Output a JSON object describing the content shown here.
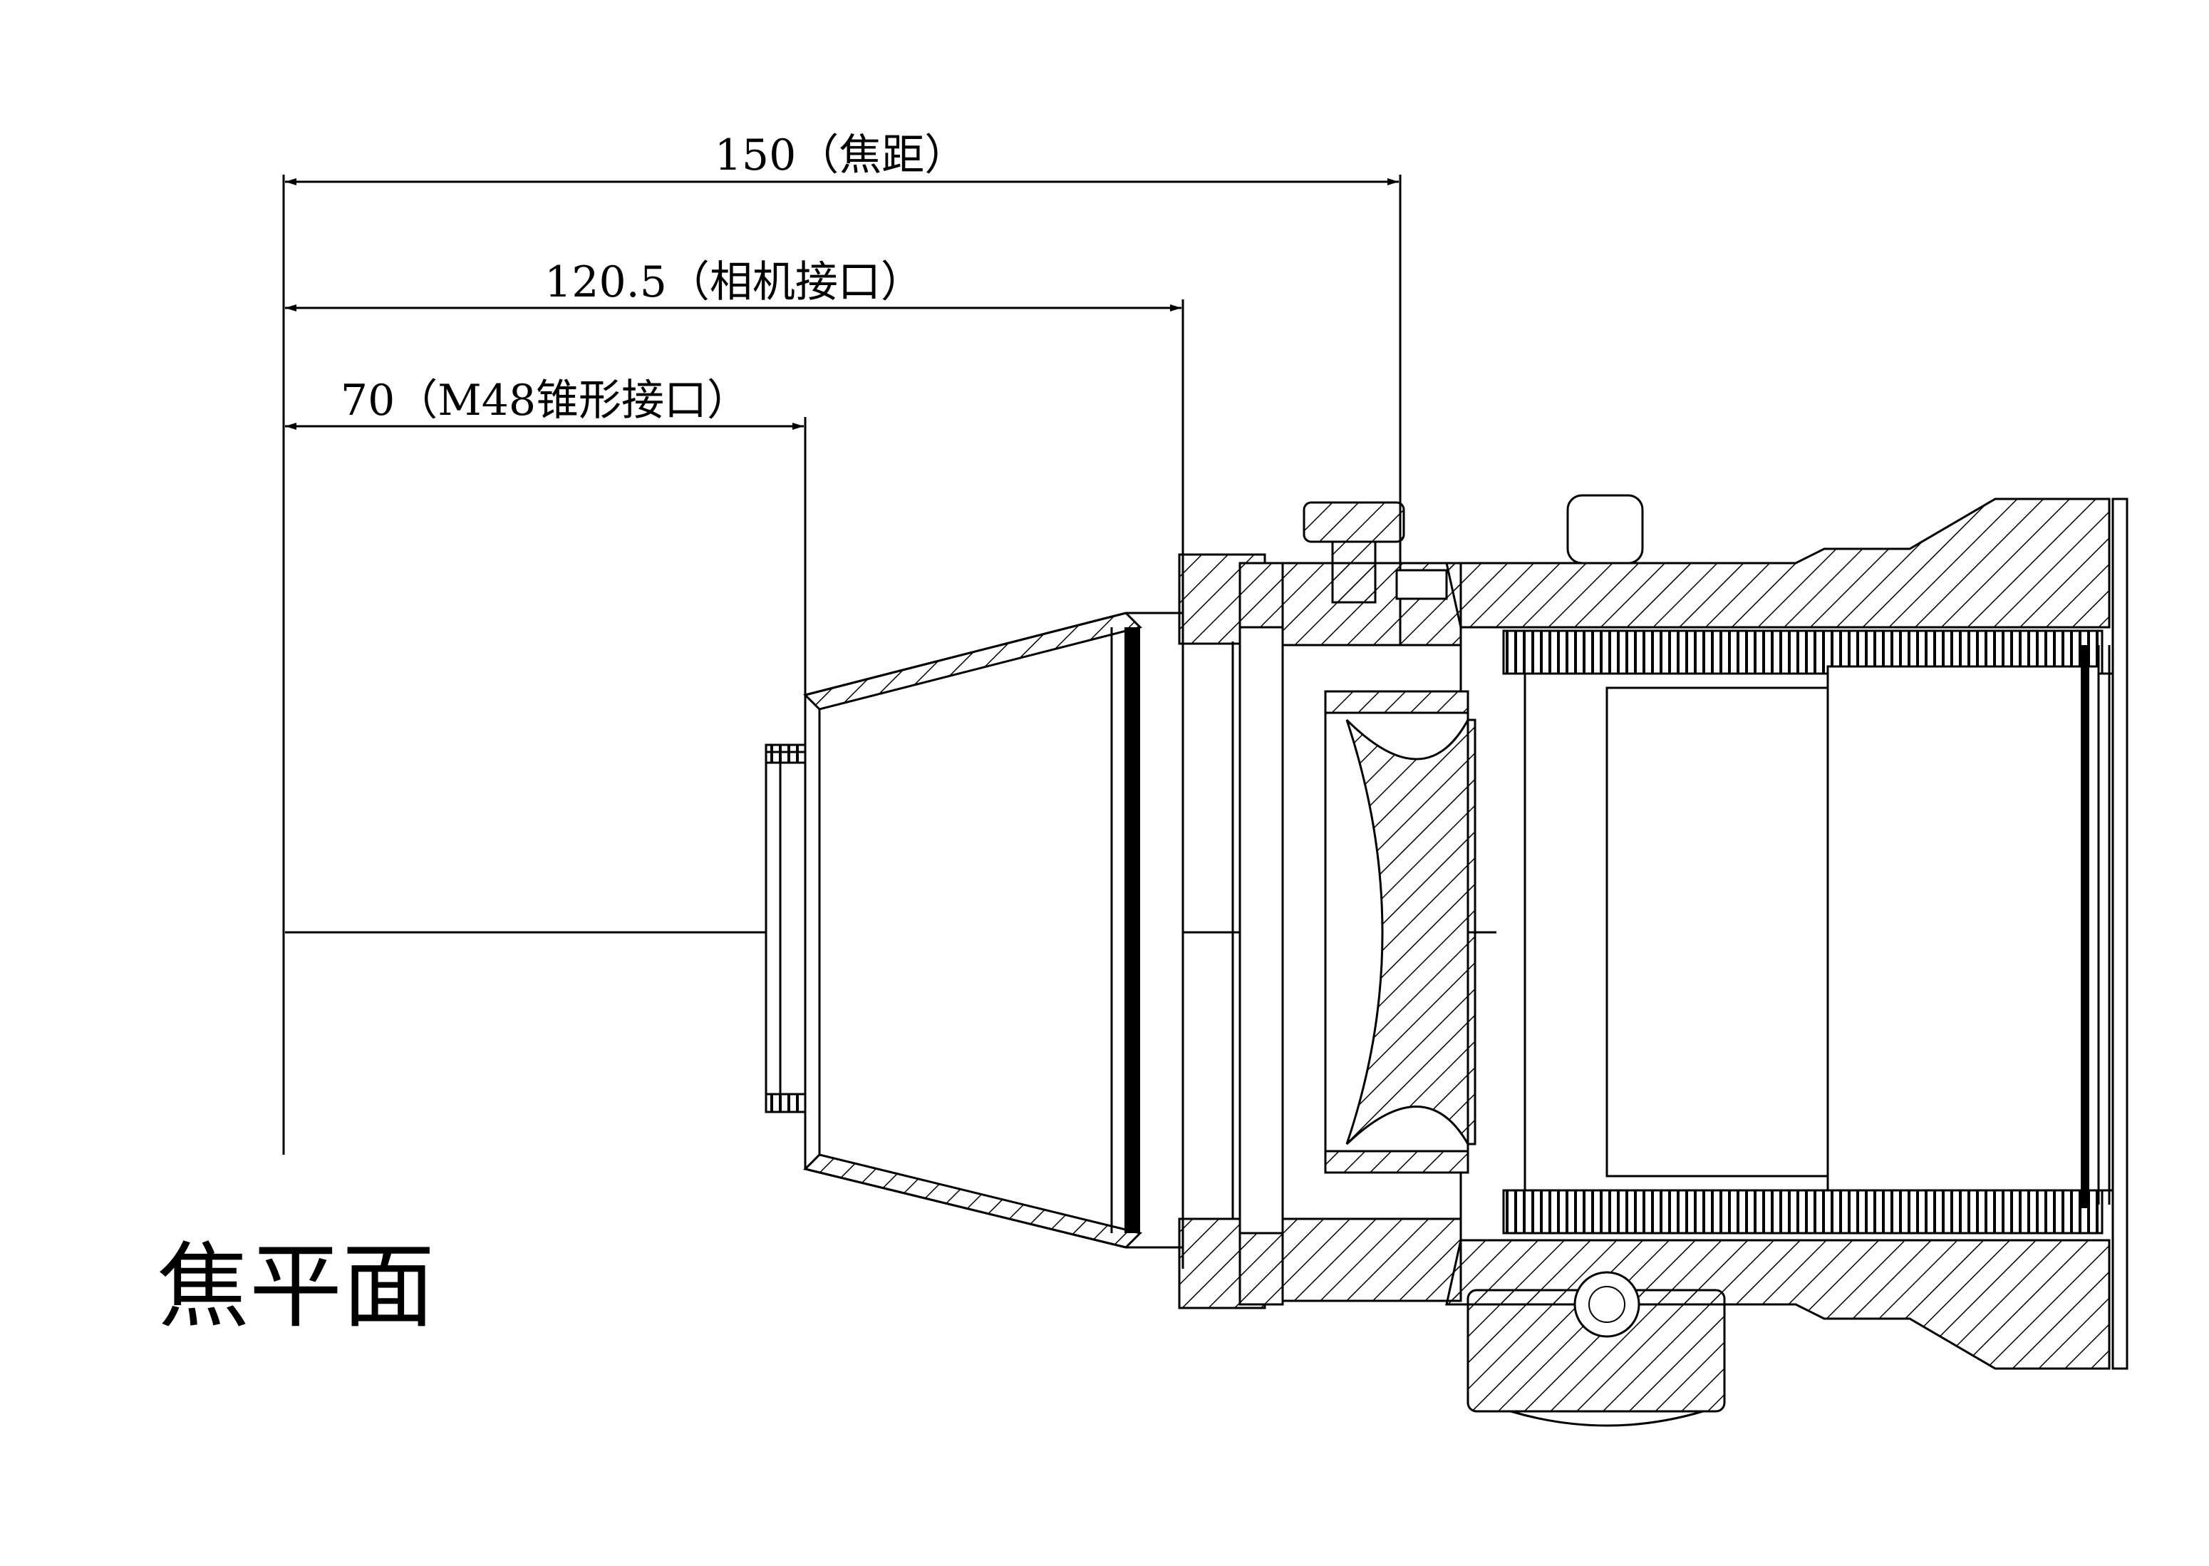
{
  "dimensions": {
    "focal_length": "150（焦距）",
    "camera_interface": "120.5（相机接口）",
    "m48_interface": "70（M48锥形接口）"
  },
  "focal_plane_label": "焦平面"
}
